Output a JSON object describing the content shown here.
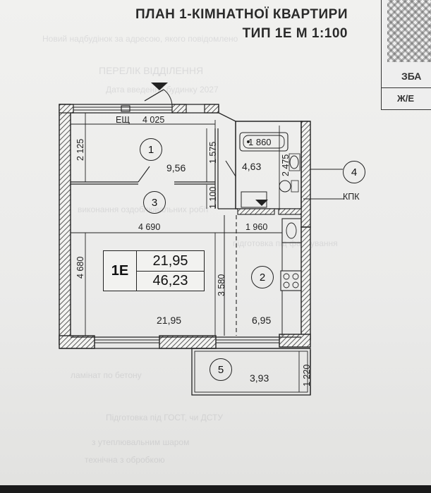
{
  "title": {
    "line1": "ПЛАН 1-КІМНАТНОЇ КВАРТИРИ",
    "line2": "ТИП 1Е  М 1:100"
  },
  "stamp": {
    "text1": "ЗБА",
    "text2": "Ж/Е"
  },
  "apartment": {
    "type_code": "1Е",
    "living_area": "21,95",
    "total_area": "46,23"
  },
  "rooms": [
    {
      "number": "1",
      "area": "9,56"
    },
    {
      "number": "2",
      "area": "6,95"
    },
    {
      "number": "3",
      "area": "21,95"
    },
    {
      "number": "4",
      "area": "4,63"
    },
    {
      "number": "5",
      "area": "3,93"
    }
  ],
  "dimensions": {
    "top_width": "4 025",
    "left_upper": "2 125",
    "left_lower": "4 680",
    "corridor_width": "1 575",
    "hall_height": "1 100",
    "living_width": "4 690",
    "kitchen_width": "1 960",
    "kitchen_height": "3 580",
    "bath_width": "1 860",
    "bath_height": "2 475",
    "balcony_depth": "1 220"
  },
  "labels": {
    "panel": "ЕЩ",
    "kpk": "КПК"
  }
}
